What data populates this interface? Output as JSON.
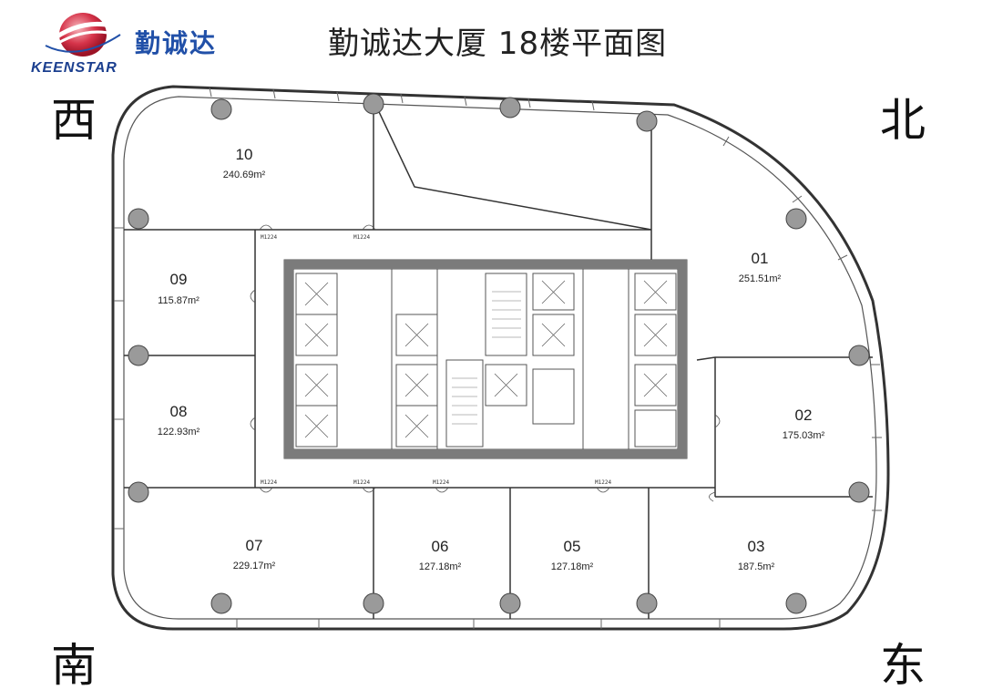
{
  "brand": {
    "logo_text_en": "KEENSTAR",
    "logo_text_cn": "勤诚达",
    "logo_color": "#2150a8",
    "logo_mark_color": "#c9253c"
  },
  "title": "勤诚达大厦 18楼平面图",
  "directions": {
    "west": "西",
    "north": "北",
    "south": "南",
    "east": "东"
  },
  "units": [
    {
      "id": "10",
      "area": "240.69m²"
    },
    {
      "id": "01",
      "area": "251.51m²"
    },
    {
      "id": "09",
      "area": "115.87m²"
    },
    {
      "id": "08",
      "area": "122.93m²"
    },
    {
      "id": "02",
      "area": "175.03m²"
    },
    {
      "id": "07",
      "area": "229.17m²"
    },
    {
      "id": "06",
      "area": "127.18m²"
    },
    {
      "id": "05",
      "area": "127.18m²"
    },
    {
      "id": "03",
      "area": "187.5m²"
    }
  ],
  "door_code": "M1224",
  "colors": {
    "core_wall": "#7b7b7b",
    "line": "#333333",
    "column": "#9a9a9a"
  }
}
